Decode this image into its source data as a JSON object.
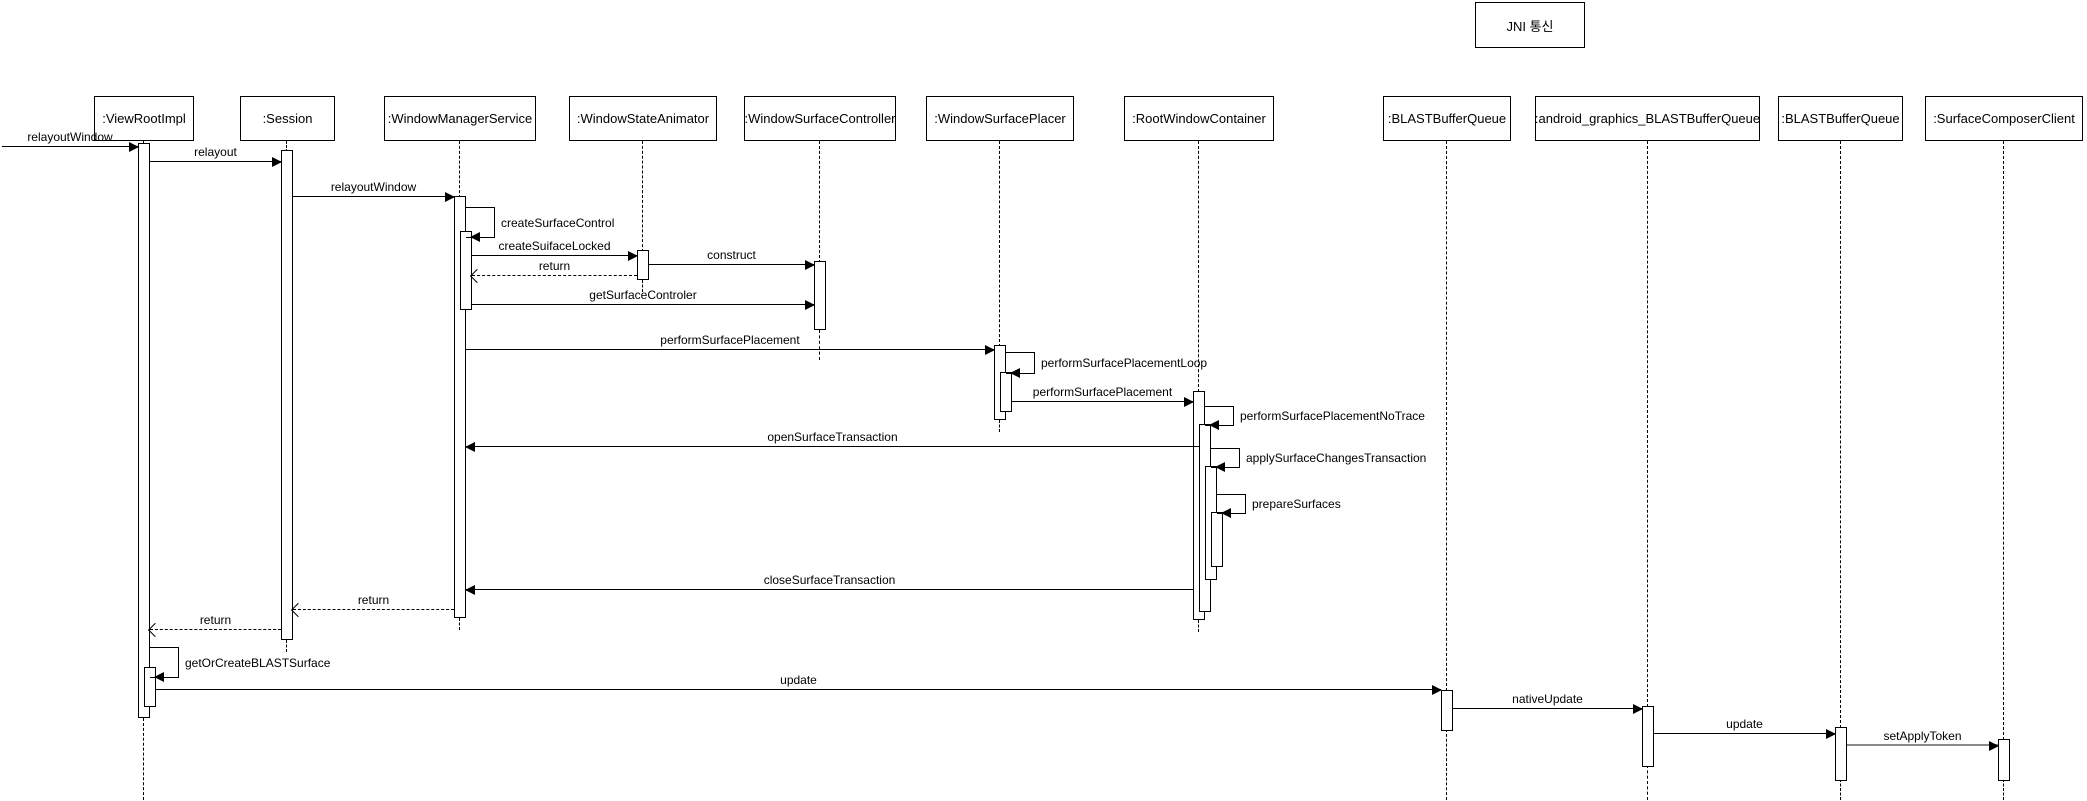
{
  "note": {
    "label": "JNI 통신"
  },
  "participants": [
    {
      "label": ":ViewRootImpl"
    },
    {
      "label": ":Session"
    },
    {
      "label": ":WindowManagerService"
    },
    {
      "label": ":WindowStateAnimator"
    },
    {
      "label": ":WindowSurfaceController"
    },
    {
      "label": ":WindowSurfacePlacer"
    },
    {
      "label": ":RootWindowContainer"
    },
    {
      "label": ":BLASTBufferQueue"
    },
    {
      "label": ":android_graphics_BLASTBufferQueue"
    },
    {
      "label": ":BLASTBufferQueue"
    },
    {
      "label": ":SurfaceComposerClient"
    }
  ],
  "messages": {
    "found_relayout_window": {
      "label": "relayoutWindow",
      "type": "sync",
      "from": "edge",
      "to": ":ViewRootImpl"
    },
    "relayout": {
      "label": "relayout",
      "type": "sync",
      "from": ":ViewRootImpl",
      "to": ":Session"
    },
    "relayout_window": {
      "label": "relayoutWindow",
      "type": "sync",
      "from": ":Session",
      "to": ":WindowManagerService"
    },
    "create_surface_control": {
      "label": "createSurfaceControl",
      "type": "self",
      "on": ":WindowManagerService"
    },
    "create_suiface_locked": {
      "label": "createSuifaceLocked",
      "type": "sync",
      "from": ":WindowManagerService",
      "to": ":WindowStateAnimator"
    },
    "construct": {
      "label": "construct",
      "type": "sync",
      "from": ":WindowStateAnimator",
      "to": ":WindowSurfaceController"
    },
    "return_wsa_to_wms": {
      "label": "return",
      "type": "return",
      "from": ":WindowStateAnimator",
      "to": ":WindowManagerService"
    },
    "get_surface_controler": {
      "label": "getSurfaceControler",
      "type": "sync",
      "from": ":WindowManagerService",
      "to": ":WindowSurfaceController"
    },
    "perform_surface_placement": {
      "label": "performSurfacePlacement",
      "type": "sync",
      "from": ":WindowManagerService",
      "to": ":WindowSurfacePlacer"
    },
    "perform_surface_placement_loop": {
      "label": "performSurfacePlacementLoop",
      "type": "self",
      "on": ":WindowSurfacePlacer"
    },
    "perform_surface_placement_2": {
      "label": "performSurfacePlacement",
      "type": "sync",
      "from": ":WindowSurfacePlacer",
      "to": ":RootWindowContainer"
    },
    "perform_surface_placement_no_trace": {
      "label": "performSurfacePlacementNoTrace",
      "type": "self",
      "on": ":RootWindowContainer"
    },
    "open_surface_transaction": {
      "label": "openSurfaceTransaction",
      "type": "sync",
      "from": ":RootWindowContainer",
      "to": ":WindowManagerService"
    },
    "apply_surface_changes_transaction": {
      "label": "applySurfaceChangesTransaction",
      "type": "self",
      "on": ":RootWindowContainer"
    },
    "prepare_surfaces": {
      "label": "prepareSurfaces",
      "type": "self",
      "on": ":RootWindowContainer"
    },
    "close_surface_transaction": {
      "label": "closeSurfaceTransaction",
      "type": "sync",
      "from": ":RootWindowContainer",
      "to": ":WindowManagerService"
    },
    "return_wms_to_session": {
      "label": "return",
      "type": "return",
      "from": ":WindowManagerService",
      "to": ":Session"
    },
    "return_session_to_vri": {
      "label": "return",
      "type": "return",
      "from": ":Session",
      "to": ":ViewRootImpl"
    },
    "get_or_create_blast_surface": {
      "label": "getOrCreateBLASTSurface",
      "type": "self",
      "on": ":ViewRootImpl"
    },
    "update_blast": {
      "label": "update",
      "type": "sync",
      "from": ":ViewRootImpl",
      "to": ":BLASTBufferQueue"
    },
    "native_update": {
      "label": "nativeUpdate",
      "type": "sync",
      "from": ":BLASTBufferQueue",
      "to": ":android_graphics_BLASTBufferQueue"
    },
    "update_native": {
      "label": "update",
      "type": "sync",
      "from": ":android_graphics_BLASTBufferQueue",
      "to": ":BLASTBufferQueue"
    },
    "set_apply_token": {
      "label": "setApplyToken",
      "type": "sync-jni",
      "from": ":BLASTBufferQueue",
      "to": ":SurfaceComposerClient"
    }
  },
  "colors": {
    "line": "#000000",
    "jni_line": "#8a8a8a",
    "background": "#ffffff"
  }
}
